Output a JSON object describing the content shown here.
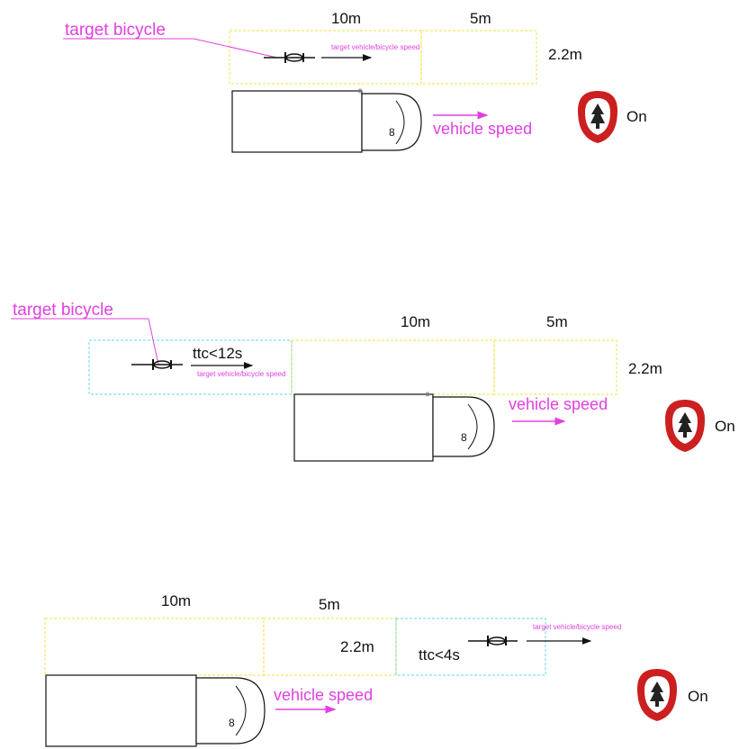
{
  "colors": {
    "zone_yellow": "#f2e66a",
    "zone_cyan": "#7fe0f0",
    "annotation_pink": "#e040e0",
    "indicator_red": "#cc1f1f",
    "line": "#111111"
  },
  "scenes": [
    {
      "zone_label_10": "10m",
      "zone_label_5": "5m",
      "width_label": "2.2m",
      "bicycle_label": "target bicycle",
      "target_speed_label": "target vehicle/bicycle speed",
      "vehicle_speed_label": "vehicle speed",
      "ttc_label": "",
      "indicator_icon": "bsd-warning-icon",
      "indicator_label": "On"
    },
    {
      "zone_label_10": "10m",
      "zone_label_5": "5m",
      "width_label": "2.2m",
      "bicycle_label": "target bicycle",
      "target_speed_label": "target vehicle/bicycle speed",
      "vehicle_speed_label": "vehicle speed",
      "ttc_label": "ttc<12s",
      "indicator_icon": "bsd-warning-icon",
      "indicator_label": "On"
    },
    {
      "zone_label_10": "10m",
      "zone_label_5": "5m",
      "width_label": "2.2m",
      "bicycle_label": "",
      "target_speed_label": "target vehicle/bicycle speed",
      "vehicle_speed_label": "vehicle speed",
      "ttc_label": "ttc<4s",
      "indicator_icon": "bsd-warning-icon",
      "indicator_label": "On"
    }
  ]
}
